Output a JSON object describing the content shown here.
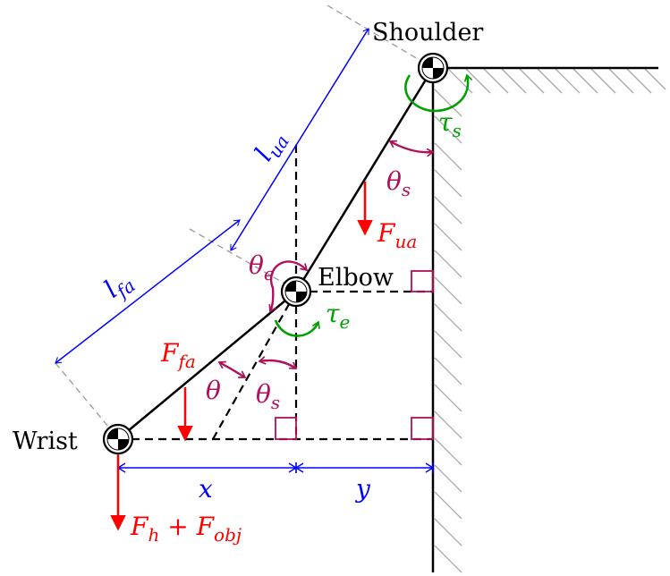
{
  "labels": {
    "shoulder": "Shoulder",
    "elbow": "Elbow",
    "wrist": "Wrist"
  },
  "symbols": {
    "l_ua": {
      "base": "l",
      "sub": "ua"
    },
    "l_fa": {
      "base": "l",
      "sub": "fa"
    },
    "theta_e": {
      "base": "θ",
      "sub": "e"
    },
    "theta_s_upper": {
      "base": "θ",
      "sub": "s"
    },
    "theta_s_lower": {
      "base": "θ",
      "sub": "s"
    },
    "theta": {
      "base": "θ",
      "sub": ""
    },
    "tau_s": {
      "base": "τ",
      "sub": "s"
    },
    "tau_e": {
      "base": "τ",
      "sub": "e"
    },
    "F_ua": {
      "base": "F",
      "sub": "ua"
    },
    "F_fa": {
      "base": "F",
      "sub": "fa"
    },
    "F_h_plus_obj": {
      "base": "F",
      "sub": "h",
      "op": " + ",
      "base2": "F",
      "sub2": "obj"
    },
    "x": {
      "base": "x",
      "sub": ""
    },
    "y": {
      "base": "y",
      "sub": ""
    }
  },
  "colors": {
    "blue": "#0000ff",
    "red": "#ff0000",
    "green": "#00a000",
    "purple": "#b0105a",
    "black": "#000000",
    "gray": "#999999"
  }
}
